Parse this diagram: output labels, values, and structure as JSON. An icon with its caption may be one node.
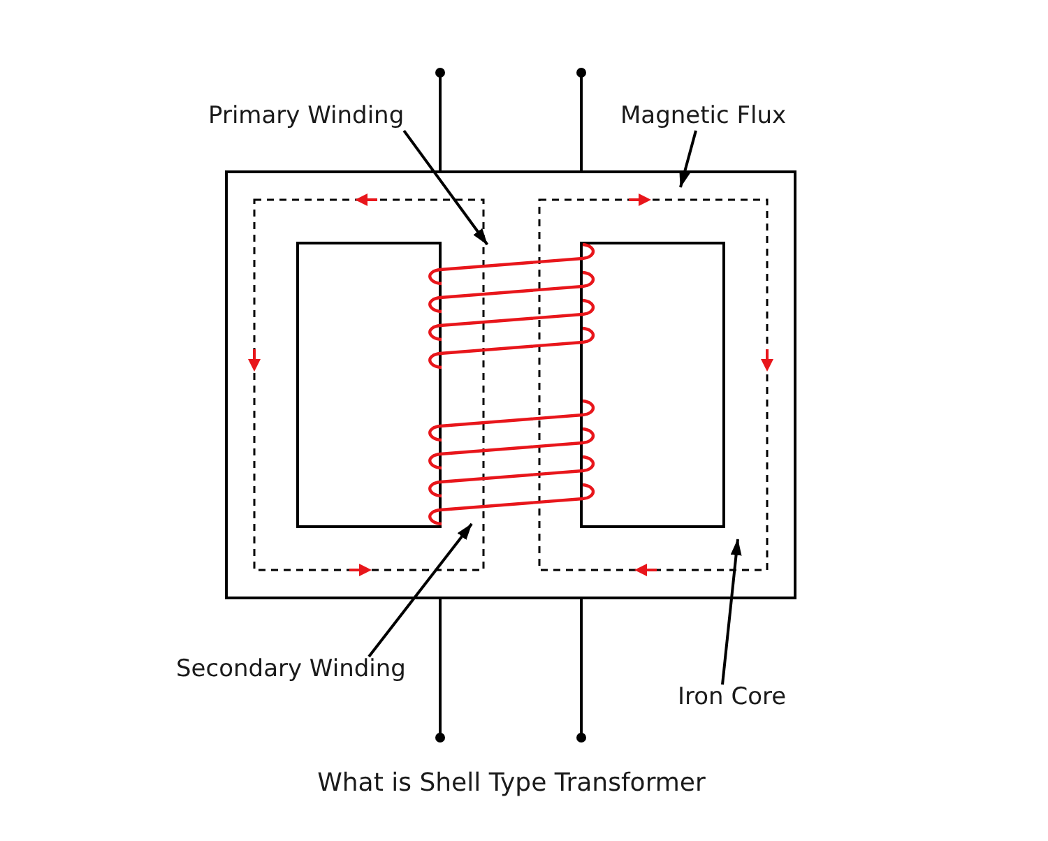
{
  "diagram": {
    "caption": "What is Shell Type Transformer",
    "nodes": [
      {
        "text": [
          "Primary Winding"
        ]
      },
      {
        "text": [
          "Magnetic Flux"
        ]
      },
      {
        "text": [],
        "shape": "coil"
      },
      {
        "text": [],
        "shape": "coil"
      },
      {
        "text": [
          "Secondary Winding"
        ]
      },
      {
        "text": [
          "Iron Core"
        ]
      }
    ],
    "edges": [
      {
        "from": 0,
        "to": 2,
        "arrow": "to"
      },
      {
        "from": 1,
        "to": null,
        "arrow": "to"
      },
      {
        "from": 4,
        "to": 3,
        "arrow": "to"
      },
      {
        "from": 5,
        "to": null,
        "arrow": "to"
      }
    ]
  }
}
